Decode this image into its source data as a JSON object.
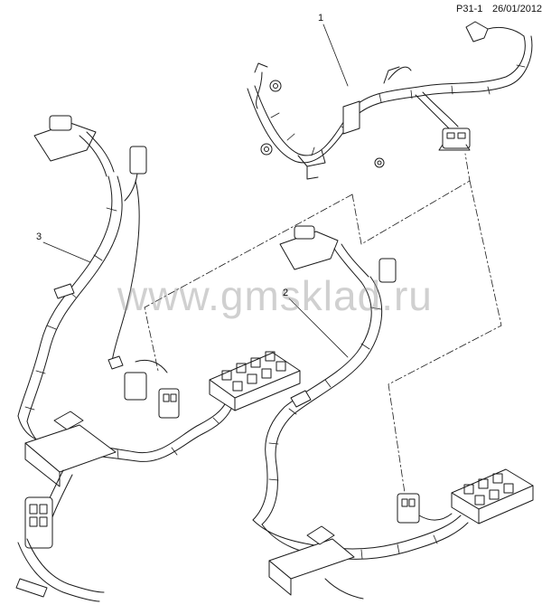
{
  "header": {
    "page_id": "P31-1",
    "date": "26/01/2012"
  },
  "callouts": [
    "1",
    "2",
    "3"
  ],
  "watermark": "www.gmsklad.ru",
  "colors": {
    "line": "#1a1a1a",
    "fill": "#ffffff",
    "watermark": "#9a9a9a"
  }
}
